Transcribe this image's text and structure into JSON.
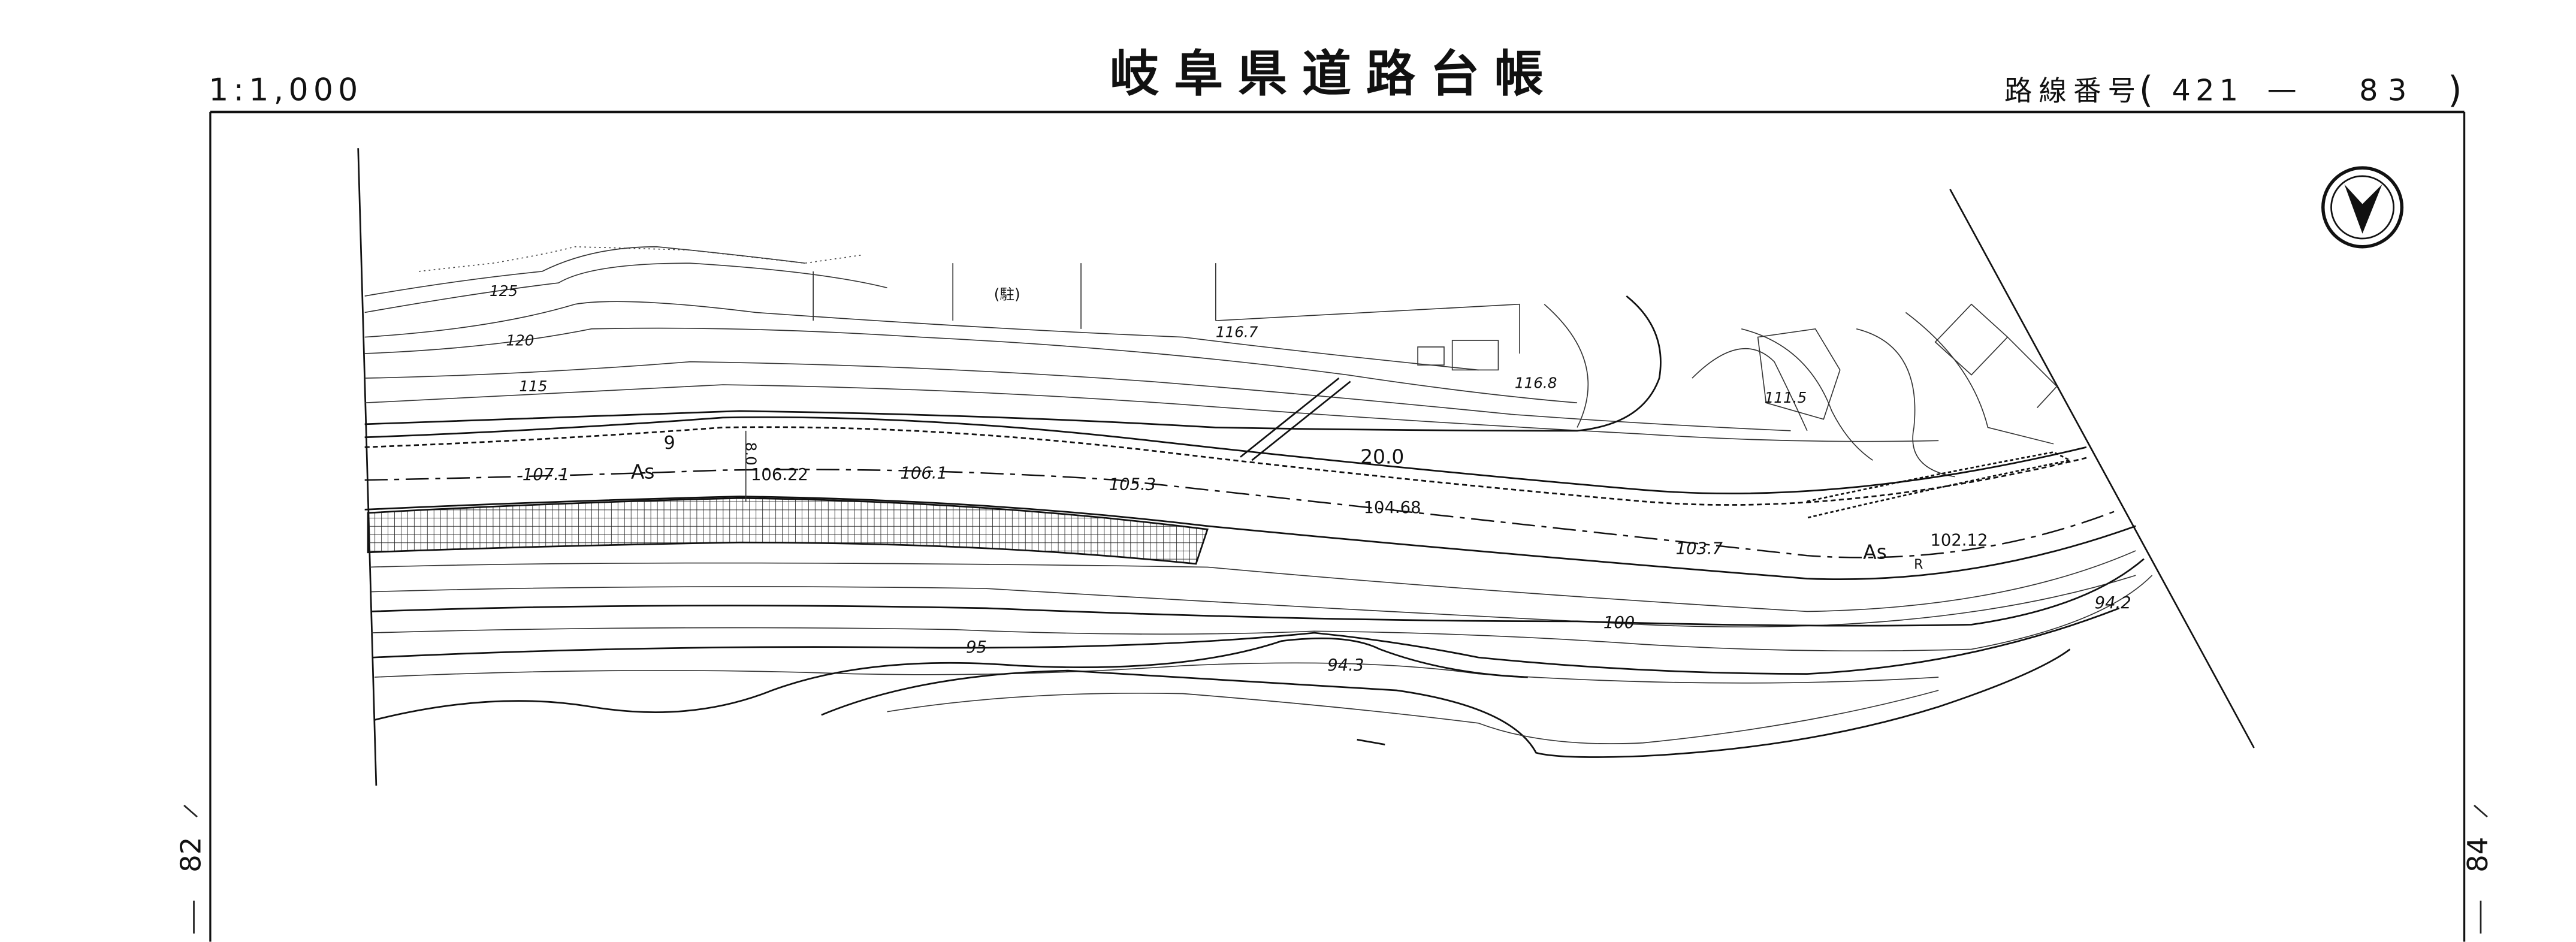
{
  "header": {
    "scale": "1:1,000",
    "title": "岐阜県道路台帳",
    "route_label": "路線番号",
    "route_open": "(",
    "route_number": "421",
    "route_sep": "—",
    "sheet_number": "83",
    "route_close": ")"
  },
  "margins": {
    "prev_sheet": "82",
    "next_sheet": "84"
  },
  "map_labels": {
    "contour_125": "125",
    "contour_120": "120",
    "contour_115": "115",
    "parking": "(駐)",
    "elev_116_7": "116.7",
    "elev_116_8": "116.8",
    "elev_111_5": "111.5",
    "station_9": "9",
    "width_8_0": "8.0",
    "elev_107_1": "107.1",
    "surface_as_1": "As",
    "elev_106_22": "106.22",
    "elev_106_1": "106.1",
    "elev_105_3": "105.3",
    "width_20_0": "20.0",
    "elev_104_68": "104.68",
    "elev_103_7": "103.7",
    "surface_as_2": "As",
    "elev_102_12": "102.12",
    "mark_r": "R",
    "contour_100": "100",
    "contour_95": "95",
    "elev_94_3": "94.3",
    "elev_94_2": "94.2"
  },
  "icons": {
    "north_arrow": "north-arrow-icon"
  }
}
